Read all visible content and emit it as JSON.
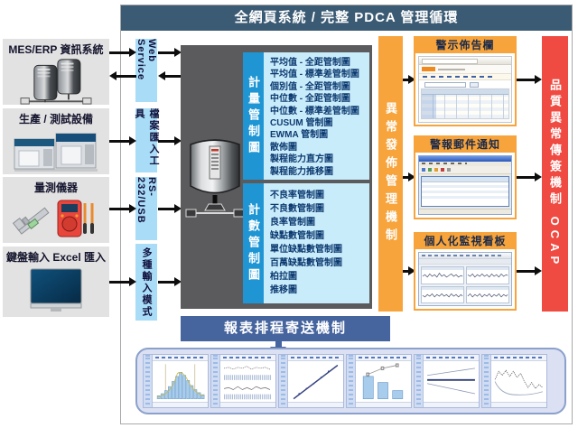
{
  "title": "全網頁系統 / 完整 PDCA 管理循環",
  "sources": [
    {
      "label": "MES/ERP 資訊系統"
    },
    {
      "label": "生產 / 測試設備"
    },
    {
      "label": "量測儀器"
    },
    {
      "label": "鍵盤輸入 Excel 匯入"
    }
  ],
  "input_channels": [
    {
      "label": "Web Service"
    },
    {
      "label": "檔案匯入工具"
    },
    {
      "label": "RS-232/USB"
    },
    {
      "label": "多種輸入模式"
    }
  ],
  "chart_groups": [
    {
      "label": "計量管制圖",
      "items": [
        "平均值 - 全距管制圖",
        "平均值 - 標準差管制圖",
        "個別值 - 全距管制圖",
        "中位數 - 全距管制圖",
        "中位數 - 標準差管制圖",
        "CUSUM 管制圖",
        "EWMA 管制圖",
        "散佈圖",
        "製程能力直方圖",
        "製程能力推移圖"
      ]
    },
    {
      "label": "計數管制圖",
      "items": [
        "不良率管制圖",
        "不良數管制圖",
        "良率管制圖",
        "缺點數管制圖",
        "單位缺點數管制圖",
        "百萬缺點數管制圖",
        "柏拉圖",
        "推移圖"
      ]
    }
  ],
  "alert_bar": {
    "label": "異常發佈管理機制"
  },
  "outputs": [
    {
      "label": "警示佈告欄"
    },
    {
      "label": "警報郵件通知"
    },
    {
      "label": "個人化監視看板"
    }
  ],
  "ocap_bar": {
    "label": "品質異常傳簽機制 OCAP"
  },
  "report_banner": {
    "label": "報表排程寄送機制"
  },
  "colors": {
    "title_bar": "#3b5a73",
    "input_bar_blue": "#a9dcf6",
    "group_label_blue": "#1f96d3",
    "list_bg_cyan": "#c9ecfb",
    "list_text_navy": "#0d3a70",
    "alert_orange": "#f7a43c",
    "ocap_red": "#ef4b42",
    "banner_blue": "#46649e",
    "main_box_gray": "#5b5b5e"
  }
}
